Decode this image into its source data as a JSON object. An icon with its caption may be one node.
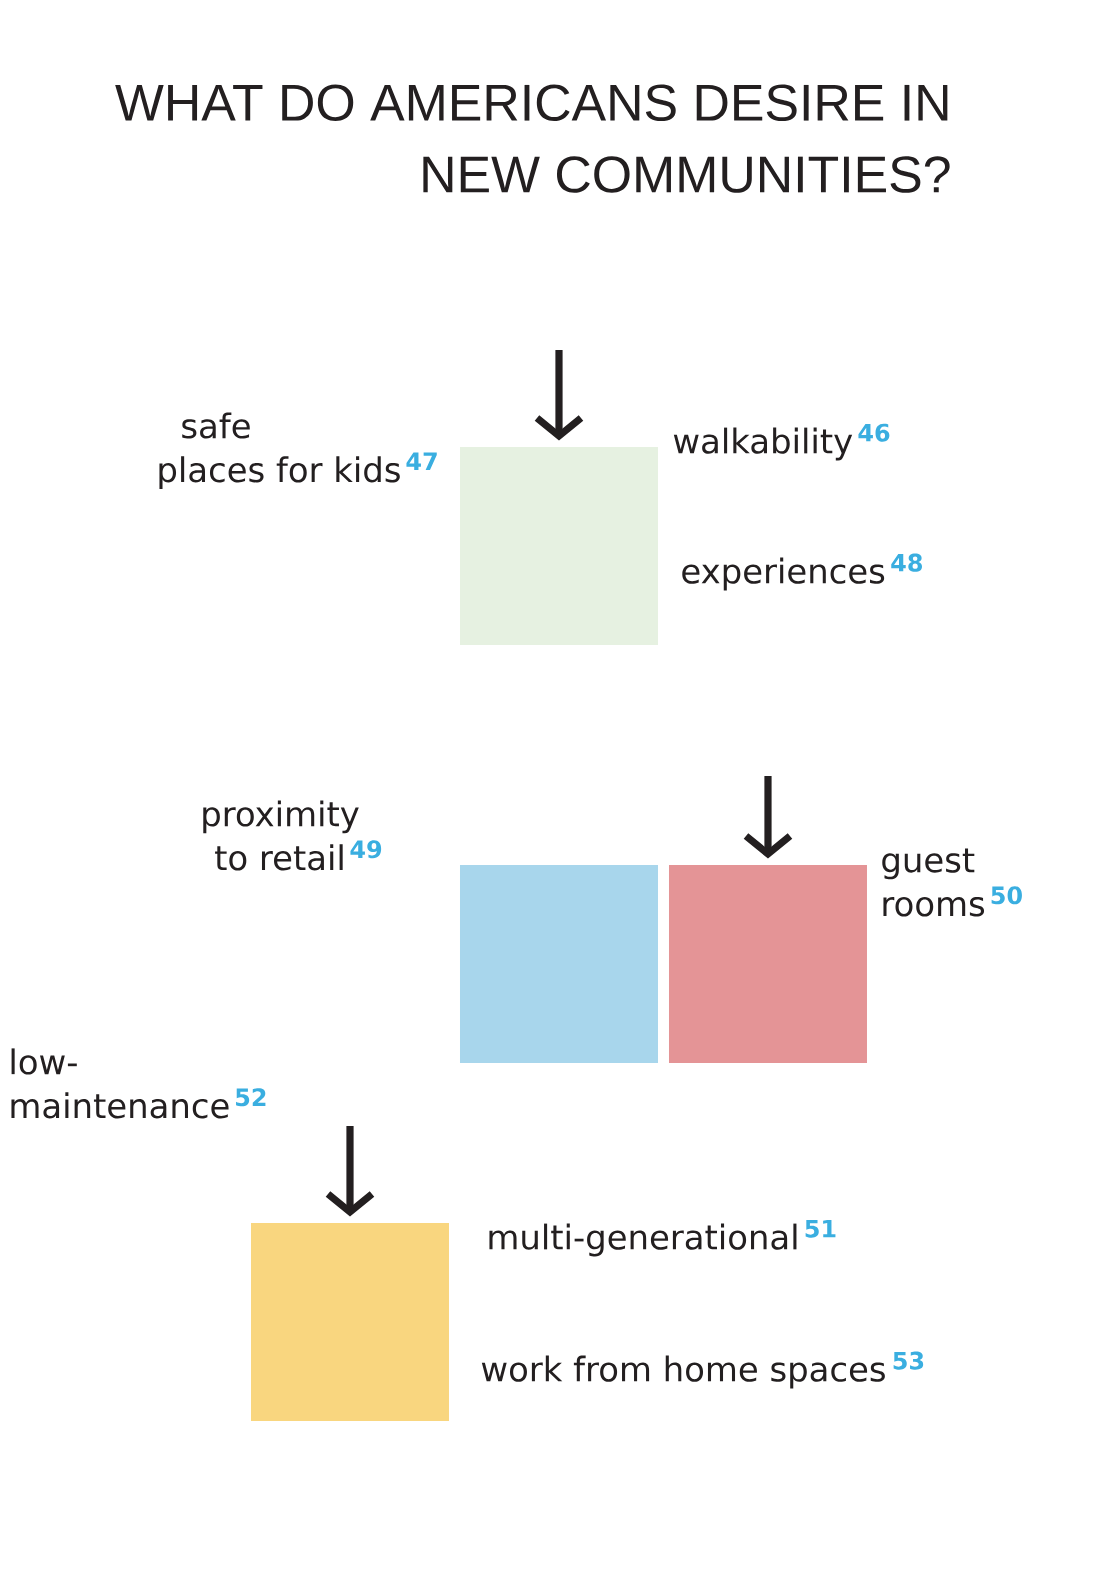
{
  "diagram": {
    "title": "WHAT DO AMERICANS DESIRE IN NEW COMMUNITIES?",
    "nodes": [
      {
        "text": [],
        "shape": "box",
        "beside": [
          "safe places for kids",
          "47",
          "walkability",
          "46",
          "experiences",
          "48"
        ]
      },
      {
        "text": [],
        "shape": "box",
        "beside": [
          "proximity to retail",
          "49"
        ]
      },
      {
        "text": [],
        "shape": "box",
        "beside": [
          "guest rooms",
          "50"
        ]
      },
      {
        "text": [],
        "shape": "box",
        "beside": [
          "multi-generational",
          "51",
          "work from home spaces",
          "53"
        ]
      }
    ],
    "edges": [
      {
        "from": null,
        "to": 0,
        "arrow": "to"
      },
      {
        "from": null,
        "to": 2,
        "arrow": "to"
      },
      {
        "from": null,
        "to": 3,
        "arrow": "to"
      }
    ],
    "labels": [
      "low-maintenance",
      "52"
    ]
  }
}
